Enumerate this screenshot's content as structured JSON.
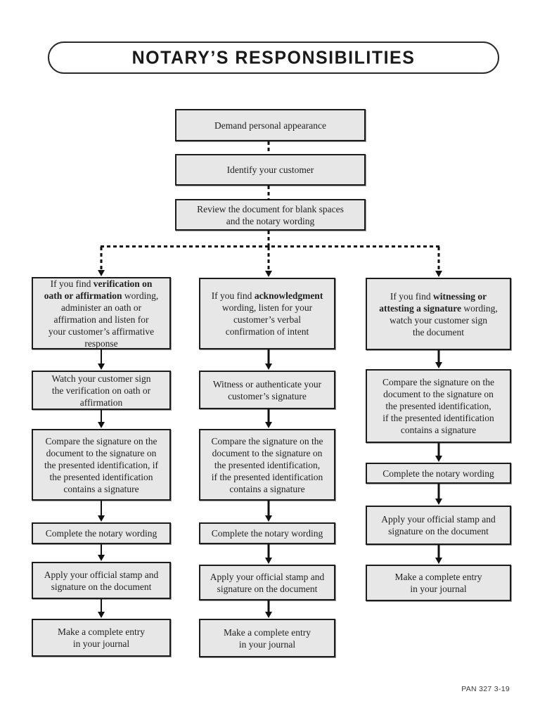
{
  "page": {
    "title": "NOTARY’S RESPONSIBILITIES",
    "footer": "PAN 327 3-19"
  },
  "colors": {
    "page_bg": "#ffffff",
    "box_fill": "#e7e7e7",
    "box_border": "#1c1c1c",
    "line": "#111111",
    "text": "#1f1f1f"
  },
  "flow": {
    "top_sequence": [
      {
        "id": "demand-personal-appearance",
        "lines": [
          [
            "Demand personal appearance"
          ]
        ]
      },
      {
        "id": "identify-your-customer",
        "lines": [
          [
            "Identify your customer"
          ]
        ]
      },
      {
        "id": "review-the-document",
        "lines": [
          [
            "Review the document for blank spaces"
          ],
          [
            "and the notary wording"
          ]
        ]
      }
    ],
    "branches": {
      "oath_or_affirmation": {
        "boxes": [
          {
            "id": "oath-affirmation-intro",
            "lines": [
              [
                "If you find ",
                {
                  "t": "verification on",
                  "b": true
                }
              ],
              [
                {
                  "t": "oath or affirmation",
                  "b": true
                },
                " wording,"
              ],
              [
                "administer an oath or"
              ],
              [
                "affirmation and listen for"
              ],
              [
                "your customer’s affirmative"
              ],
              [
                "response"
              ]
            ]
          },
          {
            "id": "watch-customer-sign-verification",
            "lines": [
              [
                "Watch your customer sign"
              ],
              [
                "the verification on oath or"
              ],
              [
                "affirmation"
              ]
            ]
          },
          {
            "id": "oath-compare-signature",
            "lines": [
              [
                "Compare the signature on the"
              ],
              [
                "document to the signature on"
              ],
              [
                "the presented identification, if"
              ],
              [
                "the presented identification"
              ],
              [
                "contains a signature"
              ]
            ]
          },
          {
            "id": "oath-complete-notary-wording",
            "lines": [
              [
                "Complete the notary wording"
              ]
            ]
          },
          {
            "id": "oath-apply-stamp-signature",
            "lines": [
              [
                "Apply your official stamp and"
              ],
              [
                "signature on the document"
              ]
            ]
          },
          {
            "id": "oath-journal-entry",
            "lines": [
              [
                "Make a complete entry"
              ],
              [
                "in your journal"
              ]
            ]
          }
        ]
      },
      "acknowledgment": {
        "boxes": [
          {
            "id": "acknowledgment-intro",
            "lines": [
              [
                "If you find ",
                {
                  "t": "acknowledgment",
                  "b": true
                }
              ],
              [
                "wording, listen for your"
              ],
              [
                "customer’s verbal"
              ],
              [
                "confirmation of intent"
              ]
            ]
          },
          {
            "id": "witness-authenticate-signature",
            "lines": [
              [
                "Witness or authenticate your"
              ],
              [
                "customer’s signature"
              ]
            ]
          },
          {
            "id": "ack-compare-signature",
            "lines": [
              [
                "Compare the signature on the"
              ],
              [
                "document to the signature on"
              ],
              [
                "the presented identification,"
              ],
              [
                "if the presented identification"
              ],
              [
                "contains a signature"
              ]
            ]
          },
          {
            "id": "ack-complete-notary-wording",
            "lines": [
              [
                "Complete the notary wording"
              ]
            ]
          },
          {
            "id": "ack-apply-stamp-signature",
            "lines": [
              [
                "Apply your official stamp and"
              ],
              [
                "signature on the document"
              ]
            ]
          },
          {
            "id": "ack-journal-entry",
            "lines": [
              [
                "Make a complete entry"
              ],
              [
                "in your journal"
              ]
            ]
          }
        ]
      },
      "witnessing_or_attesting": {
        "boxes": [
          {
            "id": "witnessing-attesting-intro",
            "lines": [
              [
                "If you find ",
                {
                  "t": "witnessing or",
                  "b": true
                }
              ],
              [
                {
                  "t": "attesting a signature",
                  "b": true
                },
                " wording,"
              ],
              [
                "watch your customer sign"
              ],
              [
                "the document"
              ]
            ]
          },
          {
            "id": "wit-compare-signature",
            "lines": [
              [
                "Compare the signature on the"
              ],
              [
                "document to the signature on"
              ],
              [
                "the presented identification,"
              ],
              [
                "if the presented identification"
              ],
              [
                "contains a signature"
              ]
            ]
          },
          {
            "id": "wit-complete-notary-wording",
            "lines": [
              [
                "Complete the notary wording"
              ]
            ]
          },
          {
            "id": "wit-apply-stamp-signature",
            "lines": [
              [
                "Apply your official stamp and"
              ],
              [
                "signature on the document"
              ]
            ]
          },
          {
            "id": "wit-journal-entry",
            "lines": [
              [
                "Make a complete entry"
              ],
              [
                "in your journal"
              ]
            ]
          }
        ]
      }
    }
  }
}
